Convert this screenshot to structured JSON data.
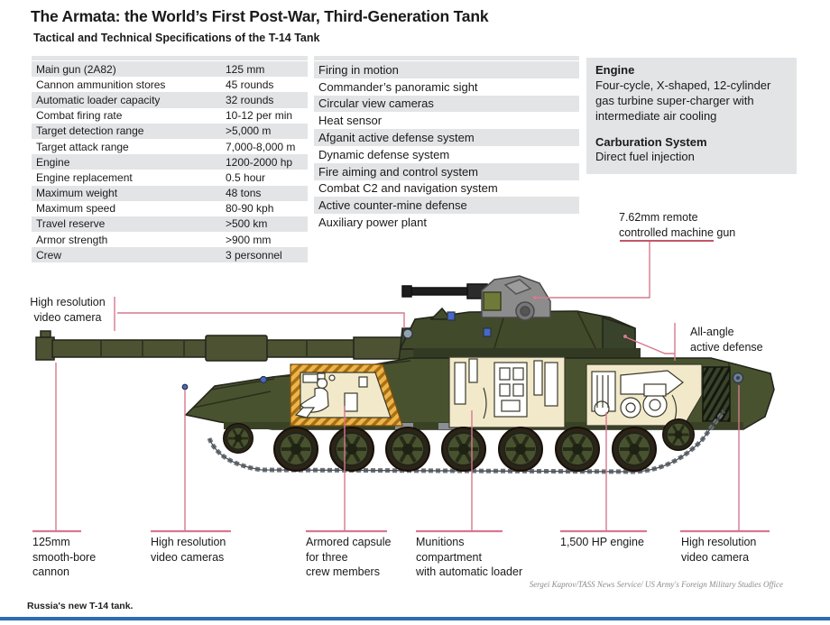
{
  "header": {
    "title": "The Armata: the World’s First Post-War, Third-Generation Tank",
    "subtitle": "Tactical and Technical Specifications of the T-14 Tank"
  },
  "spec_table": {
    "rows": [
      {
        "label": "Main gun (2A82)",
        "value": "125 mm"
      },
      {
        "label": "Cannon ammunition stores",
        "value": "45 rounds"
      },
      {
        "label": "Automatic loader capacity",
        "value": "32 rounds"
      },
      {
        "label": "Combat firing rate",
        "value": "10-12 per min"
      },
      {
        "label": "Target detection range",
        "value": ">5,000 m"
      },
      {
        "label": "Target attack range",
        "value": "7,000-8,000 m"
      },
      {
        "label": "Engine",
        "value": "1200-2000 hp"
      },
      {
        "label": "Engine replacement",
        "value": "0.5 hour"
      },
      {
        "label": "Maximum weight",
        "value": "48 tons"
      },
      {
        "label": "Maximum speed",
        "value": "80-90 kph"
      },
      {
        "label": "Travel reserve",
        "value": ">500 km"
      },
      {
        "label": "Armor strength",
        "value": ">900 mm"
      },
      {
        "label": "Crew",
        "value": "3 personnel"
      }
    ]
  },
  "features": [
    "Firing in motion",
    "Commander’s panoramic sight",
    "Circular view cameras",
    "Heat sensor",
    "Afganit active defense system",
    "Dynamic defense system",
    "Fire aiming and control system",
    "Combat C2 and navigation system",
    "Active counter-mine defense",
    "Auxiliary power plant"
  ],
  "engine_panel": {
    "engine_heading": "Engine",
    "engine_text": "Four-cycle, X-shaped, 12-cylinder gas turbine super-charger with intermediate air cooling",
    "carburation_heading": "Carburation System",
    "carburation_text": "Direct fuel injection"
  },
  "callouts": {
    "machine_gun": {
      "lines": [
        "7.62mm remote",
        "controlled machine gun"
      ]
    },
    "camera_left": {
      "lines": [
        "High resolution",
        "video camera"
      ]
    },
    "all_angle": {
      "lines": [
        "All-angle",
        "active defense"
      ]
    },
    "cannon": {
      "lines": [
        "125mm",
        "smooth-bore",
        "cannon"
      ]
    },
    "cameras_front": {
      "lines": [
        "High resolution",
        "video cameras"
      ]
    },
    "capsule": {
      "lines": [
        "Armored capsule",
        "for three",
        "crew members"
      ]
    },
    "munitions": {
      "lines": [
        "Munitions",
        "compartment",
        "with automatic loader"
      ]
    },
    "engine_hp": {
      "lines": [
        "1,500 HP engine"
      ]
    },
    "camera_rear": {
      "lines": [
        "High resolution",
        "video camera"
      ]
    }
  },
  "credit": "Sergei Kaprov/TASS News Service/ US Army's Foreign Military Studies Office",
  "caption": "Russia's new T-14 tank.",
  "colors": {
    "row_stripe": "#e2e4e6",
    "panel_bg": "#e2e4e6",
    "callout_line": "#d6798f",
    "underline_red": "#c25668",
    "bottom_bar": "#2f6cb5",
    "hull_green": "#49522f",
    "turret_green": "#414a2b",
    "cutaway_cream": "#f2e9cb",
    "hatch_orange": "#ecb449",
    "sensor_blue": "#4668c8",
    "rws_gray": "#8c8c8c"
  }
}
